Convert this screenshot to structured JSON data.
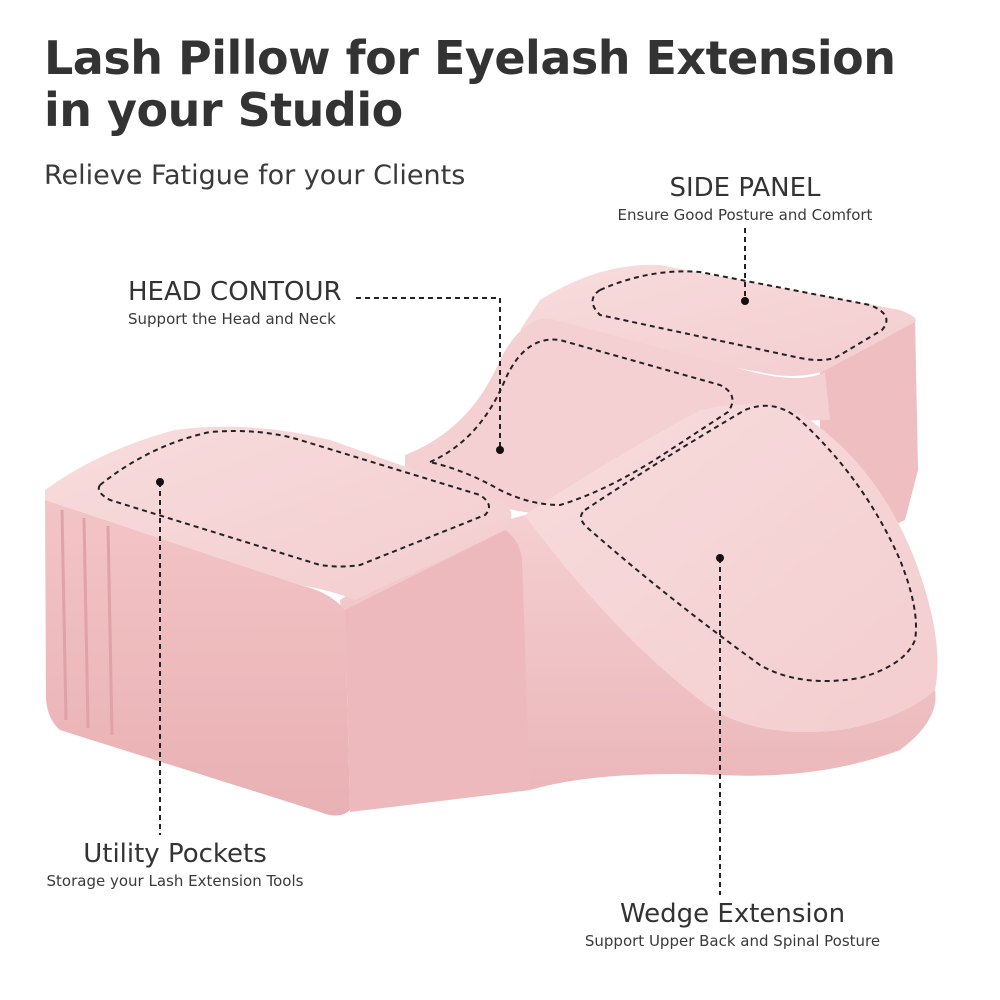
{
  "headline": {
    "line1": "Lash Pillow for Eyelash Extension",
    "line2": "in your Studio"
  },
  "tagline": "Relieve Fatigue for your Clients",
  "callouts": {
    "side_panel": {
      "title": "SIDE PANEL",
      "subtitle": "Ensure Good Posture and Comfort"
    },
    "head_contour": {
      "title": "HEAD CONTOUR",
      "subtitle": "Support the Head and Neck"
    },
    "utility_pockets": {
      "title": "Utility Pockets",
      "subtitle": "Storage your Lash Extension Tools"
    },
    "wedge_extension": {
      "title": "Wedge Extension",
      "subtitle": "Support Upper Back and Spinal Posture"
    }
  },
  "colors": {
    "pillow_light": "#f6d3d4",
    "pillow_mid": "#f0c0c2",
    "pillow_dark": "#e6a9ac",
    "text": "#333333"
  }
}
